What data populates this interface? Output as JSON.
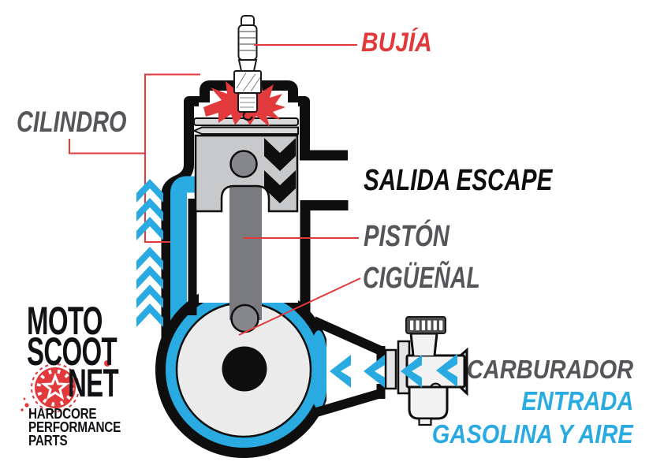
{
  "labels": {
    "bujia": "BUJÍA",
    "cilindro": "CILINDRO",
    "salida_escape": "SALIDA ESCAPE",
    "piston": "PISTÓN",
    "ciguenal": "CIGÜEÑAL",
    "carburador": "CARBURADOR",
    "entrada": "ENTRADA",
    "gasolina_y_aire": "GASOLINA Y AIRE"
  },
  "logo": {
    "line1": "MOTO",
    "line2": "SCOOT",
    "line3": "NET",
    "tagline1": "HARDCORE",
    "tagline2": "PERFORMANCE",
    "tagline3": "PARTS"
  },
  "icons": {
    "transfer_flow": "blue-up-chevron-arrows",
    "exhaust_flow": "black-down-chevron-arrows",
    "intake_flow": "blue-left-chevron-arrows",
    "spark": "red-explosion-star",
    "logo_badge": "red-gear-with-star"
  },
  "colors": {
    "red": "#e23a3c",
    "blue": "#29abe2",
    "label_gray": "#55565a",
    "black": "#0e0e0e"
  }
}
